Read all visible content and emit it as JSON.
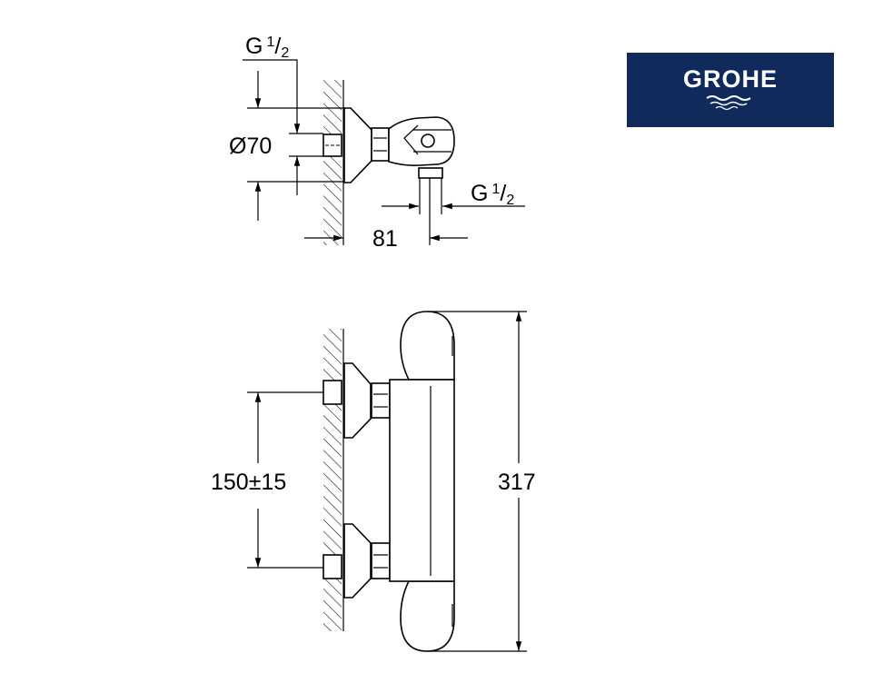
{
  "brand": {
    "name": "GROHE",
    "color": "#102a5c"
  },
  "top_view": {
    "inlet_thread": {
      "base": "G",
      "num": "1",
      "den": "2"
    },
    "flange_diameter": "Ø70",
    "outlet_thread": {
      "base": "G",
      "num": "1",
      "den": "2"
    },
    "projection": "81"
  },
  "front_view": {
    "centre_distance": "150±15",
    "height": "317"
  }
}
